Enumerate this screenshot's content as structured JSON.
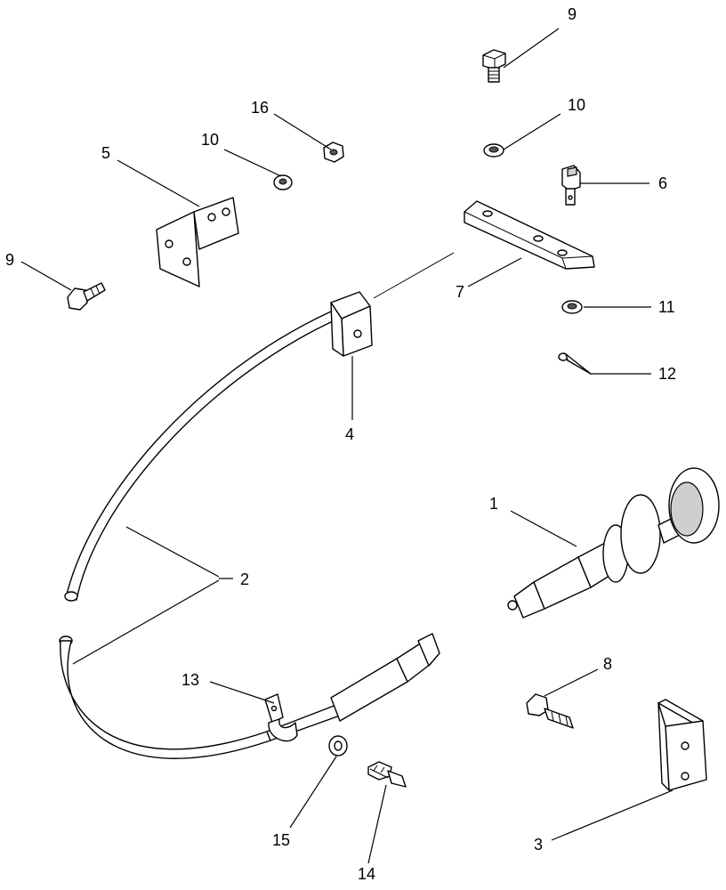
{
  "callouts": {
    "c1": "1",
    "c2": "2",
    "c3": "3",
    "c4": "4",
    "c5": "5",
    "c6": "6",
    "c7": "7",
    "c8": "8",
    "c9a": "9",
    "c9b": "9",
    "c10a": "10",
    "c10b": "10",
    "c11": "11",
    "c12": "12",
    "c13": "13",
    "c14": "14",
    "c15": "15",
    "c16": "16"
  }
}
